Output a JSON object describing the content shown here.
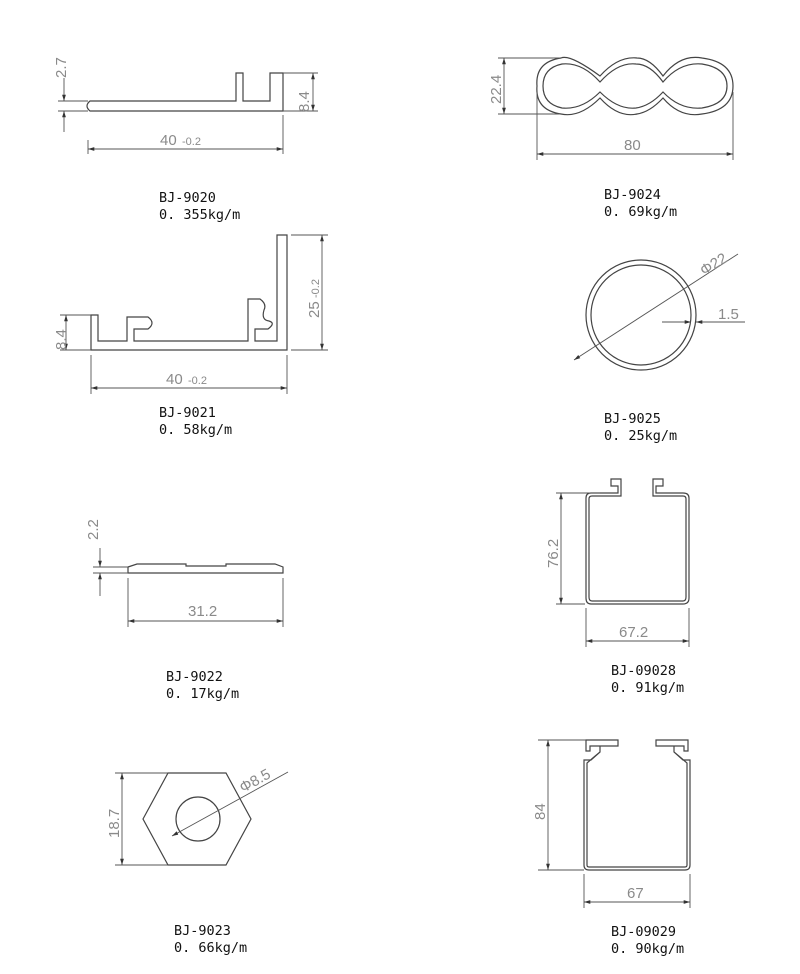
{
  "profiles": [
    {
      "code": "BJ-9020",
      "weight": "0. 355kg/m",
      "dims": {
        "width_main": "40",
        "width_tol": "-0.2",
        "thickness": "2.7",
        "height": "8.4"
      }
    },
    {
      "code": "BJ-9021",
      "weight": "0. 58kg/m",
      "dims": {
        "width_main": "40",
        "width_tol": "-0.2",
        "height_main": "25",
        "height_tol": "-0.2",
        "lip": "8.4"
      }
    },
    {
      "code": "BJ-9022",
      "weight": "0. 17kg/m",
      "dims": {
        "width": "31.2",
        "thickness": "2.2"
      }
    },
    {
      "code": "BJ-9023",
      "weight": "0. 66kg/m",
      "dims": {
        "height": "18.7",
        "hole": "Φ8.5"
      }
    },
    {
      "code": "BJ-9024",
      "weight": "0. 69kg/m",
      "dims": {
        "width": "80",
        "height": "22.4"
      }
    },
    {
      "code": "BJ-9025",
      "weight": "0. 25kg/m",
      "dims": {
        "diameter": "Φ22",
        "wall": "1.5"
      }
    },
    {
      "code": "BJ-09028",
      "weight": "0. 91kg/m",
      "dims": {
        "width": "67.2",
        "height": "76.2"
      }
    },
    {
      "code": "BJ-09029",
      "weight": "0. 90kg/m",
      "dims": {
        "width": "67",
        "height": "84"
      }
    }
  ]
}
